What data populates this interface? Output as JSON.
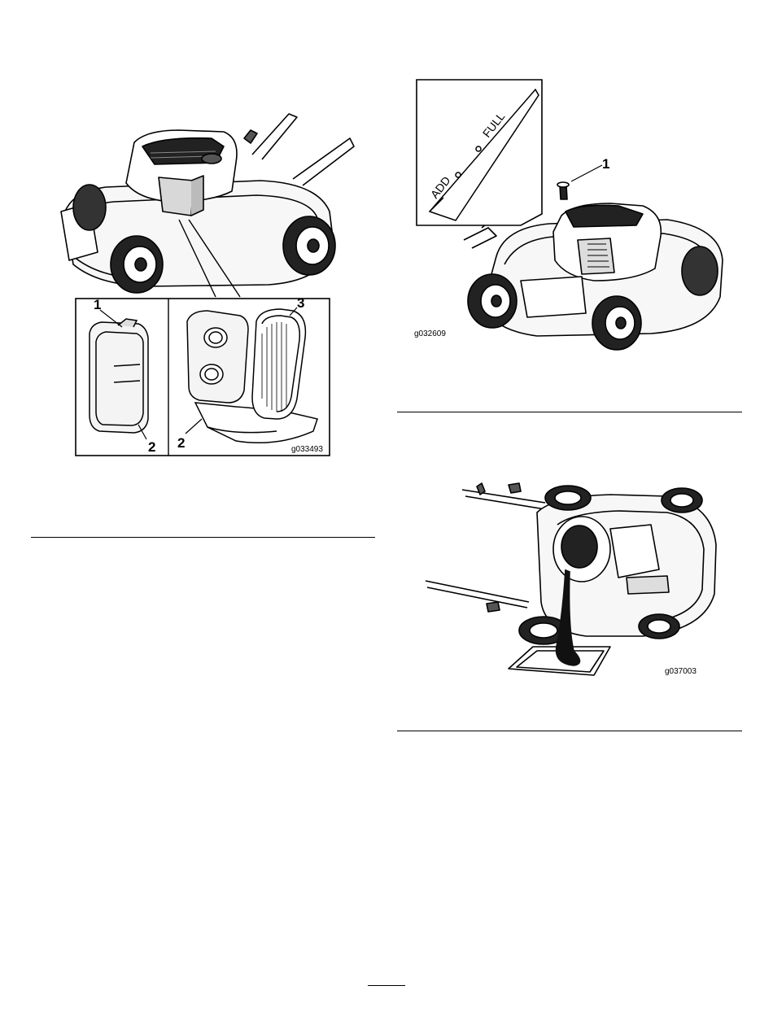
{
  "figures": {
    "air_filter": {
      "code": "g033493",
      "callouts": [
        "1",
        "2",
        "2",
        "3"
      ]
    },
    "oil_dipstick": {
      "code": "g032609",
      "dipstick_add": "ADD",
      "dipstick_full": "FULL",
      "callouts": [
        "1"
      ]
    },
    "oil_drain": {
      "code": "g037003"
    }
  }
}
